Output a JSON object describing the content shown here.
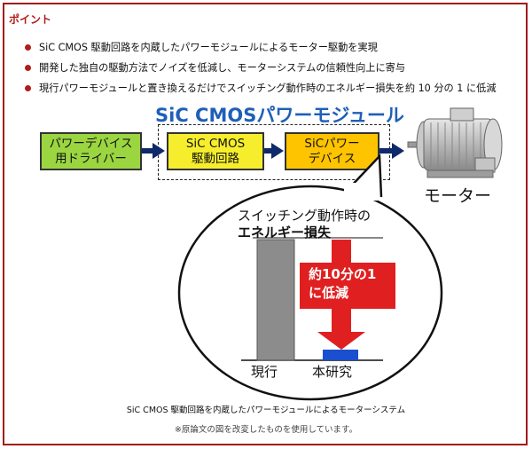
{
  "point_title": "ポイント",
  "bullets": [
    "SiC CMOS 駆動回路を内蔵したパワーモジュールによるモーター駆動を実現",
    "開発した独自の駆動方法でノイズを低減し、モーターシステムの信頼性向上に寄与",
    "現行パワーモジュールと置き換えるだけでスイッチング動作時のエネルギー損失を約 10 分の 1 に低減"
  ],
  "module_title": "SiC CMOSパワーモジュール",
  "blocks": {
    "driver": [
      "パワーデバイス",
      "用ドライバー"
    ],
    "circuit": [
      "SiC CMOS",
      "駆動回路"
    ],
    "device": [
      "SiCパワー",
      "デバイス"
    ]
  },
  "motor_label": "モーター",
  "energy": {
    "line1": "スイッチング動作時の",
    "line2": "エネルギー損失"
  },
  "reduction": {
    "line1": "約10分の1",
    "line2": "に低減"
  },
  "bar_labels": {
    "current": "現行",
    "study": "本研究"
  },
  "caption": "SiC CMOS 駆動回路を内蔵したパワーモジュールによるモーターシステム",
  "note": "※原論文の図を改変したものを使用しています。",
  "colors": {
    "accent": "#b01c1c",
    "title_blue": "#1f5fb8",
    "arrow_navy": "#0f2a6b",
    "driver_green": "#9bd641",
    "circuit_yellow": "#f6ee2c",
    "device_orange": "#ffc400",
    "reduction_red": "#e02020",
    "current_bar_gray": "#8c8c8c",
    "study_bar_blue": "#1a4fd0"
  }
}
